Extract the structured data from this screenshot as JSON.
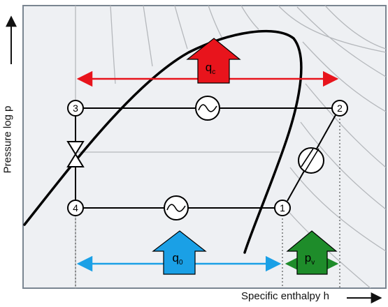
{
  "axes": {
    "y_label": "Pressure log p",
    "x_label": "Specific enthalpy h"
  },
  "points": {
    "p1": "1",
    "p2": "2",
    "p3": "3",
    "p4": "4"
  },
  "arrows": {
    "qc": {
      "main": "q",
      "sub": "c",
      "color": "#e8141c"
    },
    "q0": {
      "main": "q",
      "sub": "0",
      "color": "#1aa0e6"
    },
    "pv": {
      "main": "p",
      "sub": "v",
      "color": "#1e8c2a"
    }
  },
  "colors": {
    "frame_bg": "#eef0f3",
    "frame_border": "#7a8591",
    "isotherm": "#b5b8bc"
  }
}
